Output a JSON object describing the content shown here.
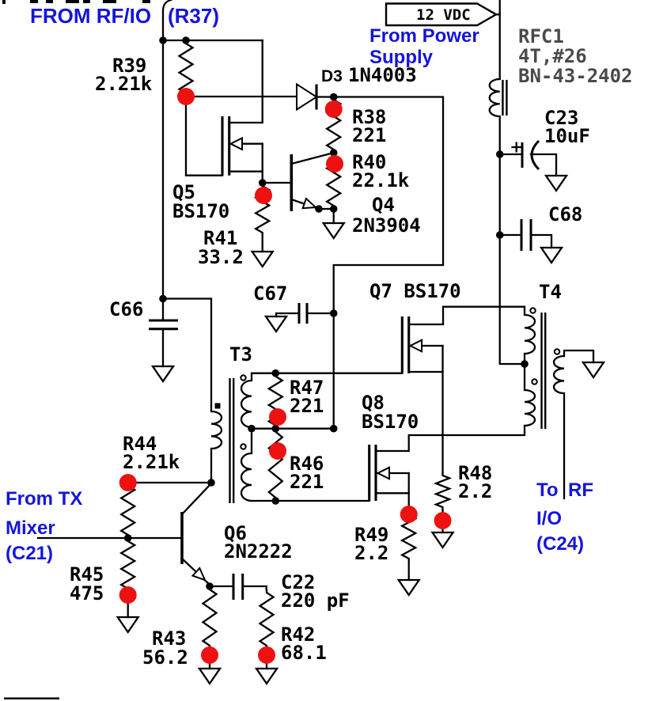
{
  "colors": {
    "wire": "#000000",
    "annotation_blue": "#1414dc",
    "test_point_red": "#ee1111",
    "rfc1_gray": "#4a4a4a",
    "background": "#ffffff"
  },
  "notes": {
    "rf_io_in_1": "FROM RF/IO",
    "rf_io_in_2": "(R37)",
    "power_flag": "12 VDC",
    "power_src_1": "From Power",
    "power_src_2": "Supply",
    "tx_mixer_1": "From TX",
    "tx_mixer_2": "Mixer",
    "tx_mixer_3": "(C21)",
    "rf_io_out_1": "To",
    "rf_io_out_2": "RF",
    "rf_io_out_3": "I/O",
    "rf_io_out_4": "(C24)"
  },
  "components": {
    "r39": {
      "ref": "R39",
      "value": "2.21k"
    },
    "d3": {
      "ref": "D3",
      "value": "1N4003"
    },
    "rfc1": {
      "ref": "RFC1",
      "value": "4T,#26",
      "core": "BN-43-2402"
    },
    "c23": {
      "ref": "C23",
      "value": "10uF"
    },
    "c68": {
      "ref": "C68"
    },
    "r38": {
      "ref": "R38",
      "value": "221"
    },
    "r40": {
      "ref": "R40",
      "value": "22.1k"
    },
    "q5": {
      "ref": "Q5",
      "value": "BS170"
    },
    "q4": {
      "ref": "Q4",
      "value": "2N3904"
    },
    "r41": {
      "ref": "R41",
      "value": "33.2"
    },
    "c66": {
      "ref": "C66"
    },
    "c67": {
      "ref": "C67"
    },
    "q7": {
      "ref": "Q7 BS170"
    },
    "t3": {
      "ref": "T3"
    },
    "t4": {
      "ref": "T4"
    },
    "r47": {
      "ref": "R47",
      "value": "221"
    },
    "r46": {
      "ref": "R46",
      "value": "221"
    },
    "q8": {
      "ref": "Q8",
      "value": "BS170"
    },
    "r44": {
      "ref": "R44",
      "value": "2.21k"
    },
    "r45": {
      "ref": "R45",
      "value": "475"
    },
    "q6": {
      "ref": "Q6",
      "value": "2N2222"
    },
    "c22": {
      "ref": "C22",
      "value": "220 pF"
    },
    "r43": {
      "ref": "R43",
      "value": "56.2"
    },
    "r42": {
      "ref": "R42",
      "value": "68.1"
    },
    "r49": {
      "ref": "R49",
      "value": "2.2"
    },
    "r48": {
      "ref": "R48",
      "value": "2.2"
    }
  }
}
